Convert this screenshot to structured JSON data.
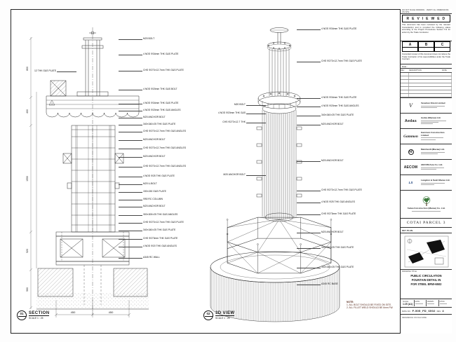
{
  "colors": {
    "line": "#2b2b2b",
    "paper": "#ffffff",
    "note_text": "#5a2d20",
    "logo_blue": "#1b3f7a",
    "tree_green": "#3c7a3c"
  },
  "tb": {
    "caution": "DO NOT SCALE DRAWING · VERIFY ALL DIMENSIONS ON SITE",
    "stamp_title": "R E V I E W E D",
    "stamp_body1": "This document has been reviewed by the relevant Consultant(s) and is provided the following status according to the Project Procedures Section 5.9 for action by the Trade Contractor.",
    "options": [
      "A",
      "B",
      "C"
    ],
    "stamp_body2": "Consultant review of this document does not relieve the Trade Contractor of his responsibilities under the Trade Contract.",
    "date_label": "Date :",
    "rev_headers": [
      "REV",
      "DESCRIPTION",
      "DATE"
    ],
    "consultants": [
      {
        "logo": "V",
        "name": "Venetian Orient Limited"
      },
      {
        "logo": "Aedas",
        "name": "Aedas (Macau) Ltd."
      },
      {
        "logo": "Gammon",
        "name": "Gammon Construction Limited"
      },
      {
        "logo": "M",
        "name": "Meinhardt (Macau) Ltd."
      },
      {
        "logo": "AECOM",
        "name": "AECOM Asia Co. Ltd."
      },
      {
        "logo": "LS",
        "name": "Langdon & Seah Macau Ltd."
      }
    ],
    "contractor": "Yadea Construction (Macau) Co. Ltd.",
    "project": "COTAI PARCEL 3",
    "key_plan_label": "KEY PLAN",
    "title_label": "DRAWING TITLE",
    "title_lines": [
      "PUBLIC CIRCULATION",
      "FOUNTAIN DETAIL IN",
      "FOR STEEL ERW-6502"
    ],
    "scale_label": "SCALE",
    "scale_value": "1:25 (A1)",
    "date_field_label": "DATE",
    "drawn_label": "DRAWN",
    "checked_label": "CHKD",
    "dwg_label": "DWG NO.",
    "dwg_value": "F-505_FD_6502",
    "rev_label": "REV",
    "rev_value": "4",
    "file_note": "REFERENCE ON FILE NAME"
  },
  "left_view": {
    "num": "01",
    "name": "SECTION",
    "scale": "SCALE 1 : 25",
    "marker": "1",
    "ann_left": [
      "12 THK G&S PLATE"
    ],
    "annotations": [
      "M20 BOLT",
      "4 NOS Φ34mm THK G&S PLATE",
      "CHS Φ273×12.7mm THK G&S PLATE",
      "4 NOS Φ20mm THK G&S BOLT",
      "4 NOS Φ34mm THK G&S PLATE",
      "4 NOS Φ20mm THK G&S ANGLES",
      "M20 ANCHOR BOLT",
      "340×340×25 THK G&S PLATE",
      "CHS Φ273×12.7mm THK G&S ANGLES",
      "M20 ANCHOR BOLT",
      "CHS Φ273×12.7mm THK G&S ANGLES",
      "M20 ANCHOR BOLT",
      "CHS Φ273×12.7mm THK G&S ANGLES",
      "4 NOS Φ25 THK G&S PLATE",
      "M20 U-BOLT",
      "150×150 G&S PLATE",
      "Φ50 RC COLUMN",
      "M20 ANCHOR BOLT",
      "300×300×25 THK G&S ANGLES",
      "CHS Φ273×12.7mm THK G&S PLATE",
      "340×340×25 THK G&S PLATE",
      "CHS Φ273mm THK G&S PLATE",
      "4 NOS Φ20 THK G&S ANGLES",
      "A345 RC WALL"
    ],
    "dims_bottom": [
      "450",
      "450"
    ],
    "dims_left": [
      "800",
      "400",
      "1550",
      "520",
      "560"
    ]
  },
  "mid_view": {
    "num": "02",
    "name": "3D VIEW",
    "scale": "SCALE 1 : 25",
    "ann_right": [
      "4 NOS Φ34mm THK G&S PLATE",
      "CHS Φ273×12.7mm THK G&S PLATE",
      "4 NOS Φ34mm THK G&S PLATE",
      "4 NOS Φ20mm THK G&S ANGLES",
      "340×340×25 THK G&S PLATE",
      "M20 ANCHOR BOLT",
      "M20 ANCHOR BOLT",
      "CHS Φ273×12.7mm THK G&S PLATE",
      "4 NOS Φ25 THK G&S ANGLES",
      "CHS Φ273mm THK G&S PLATE",
      "M20 ANCHOR BOLT",
      "340×340×25 THK G&S PLATE",
      "340×340×25 THK G&S PLATE",
      "A345 RC BASE"
    ],
    "ann_left": [
      "M20 BOLT",
      "4 NOS Φ20mm THK G&S",
      "CHS Φ273×12.7 THK",
      "M20 ANCHOR BOLT"
    ]
  },
  "note": {
    "title": "NOTE:",
    "lines": [
      "1. ALL BOLT SHOULD BE FIXED ON SITE.",
      "2. ALL FILLET WELD SHOULD BE 6mm FW."
    ]
  }
}
